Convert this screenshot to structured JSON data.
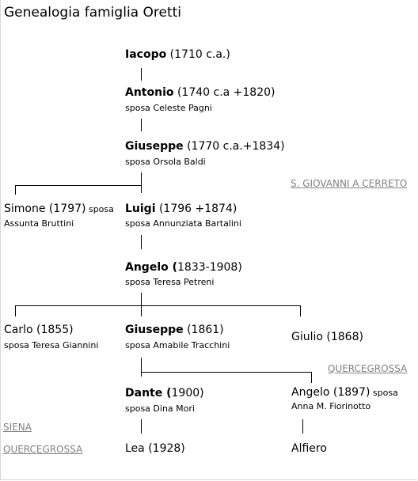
{
  "page_title": "Genealogia famiglia Oretti",
  "gen1": {
    "iacopo": {
      "name": "Iacopo",
      "dates": " (1710 c.a.)"
    }
  },
  "gen2": {
    "antonio": {
      "name": "Antonio",
      "dates": " (1740 c.a  +1820)",
      "spouse": "sposa Celeste Pagni"
    }
  },
  "gen3": {
    "giuseppe": {
      "name": "Giuseppe",
      "dates": " (1770 c.a.+1834)",
      "spouse": "sposa Orsola Baldi"
    }
  },
  "gen4": {
    "simone": {
      "name": "Simone (1797)",
      "sposa": " sposa",
      "spouse": "Assunta Bruttini"
    },
    "luigi": {
      "name": "Luigi",
      "dates": " (1796 +1874)",
      "spouse": "sposa Annunziata Bartalini"
    }
  },
  "gen5": {
    "angelo": {
      "name": "Angelo (",
      "dates": "1833-1908)",
      "spouse": "sposa Teresa Petreni"
    }
  },
  "gen6": {
    "carlo": {
      "name": "Carlo (1855)",
      "spouse": "sposa Teresa Giannini"
    },
    "giuseppe": {
      "name": "Giuseppe",
      "dates": " (1861)",
      "spouse": "sposa Amabile Tracchini"
    },
    "giulio": {
      "name": "Giulio (1868)"
    }
  },
  "gen7": {
    "dante": {
      "name": "Dante (",
      "dates": "1900)",
      "spouse": "sposa Dina Mori"
    },
    "angelo": {
      "name": "Angelo (1897)",
      "sposa": " sposa",
      "spouse": "Anna M. Fiorinotto"
    }
  },
  "gen8": {
    "lea": "Lea (1928)",
    "alfiero": "Alfiero"
  },
  "locations": {
    "san_giovanni": "S. GIOVANNI A CERRETO",
    "quercegrossa_right": "QUERCEGROSSA",
    "siena": "SIENA",
    "quercegrossa_left": "QUERCEGROSSA"
  }
}
